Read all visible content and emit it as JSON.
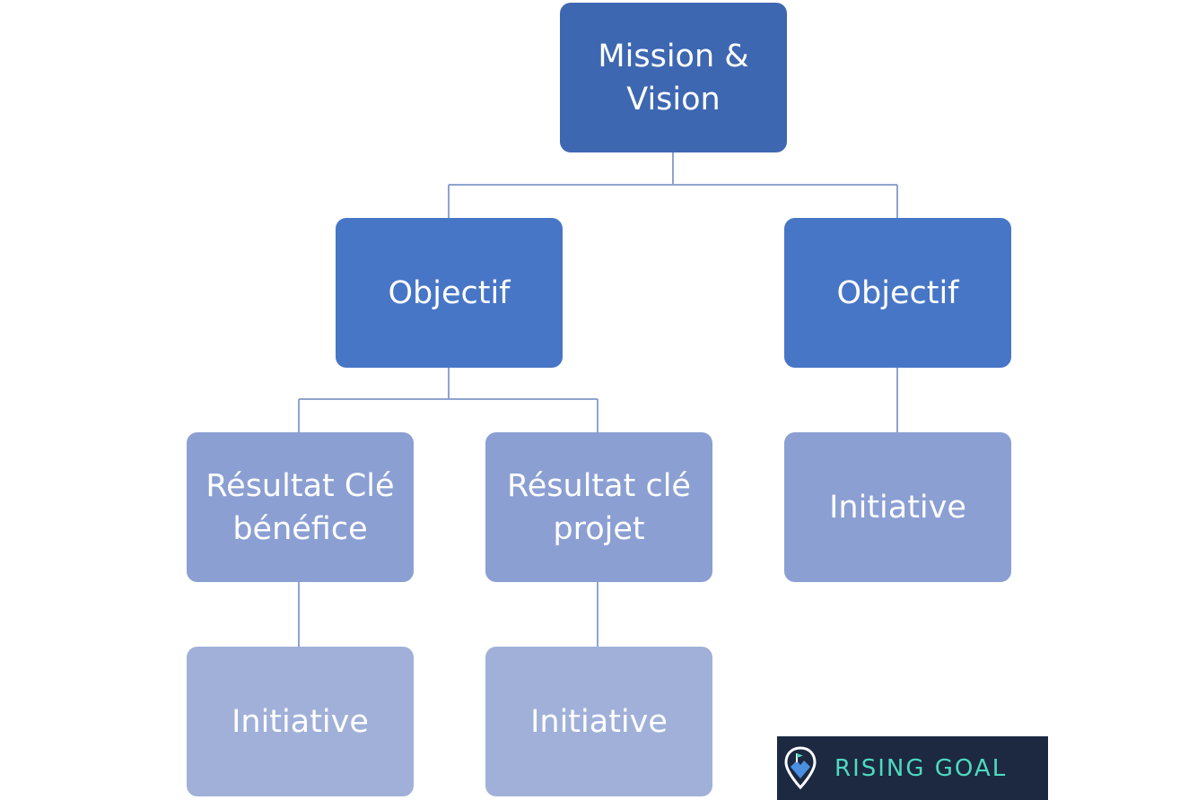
{
  "diagram": {
    "root": {
      "label": "Mission & Vision"
    },
    "objectives": [
      {
        "label": "Objectif",
        "key_results": [
          {
            "label": "Résultat Clé bénéfice",
            "initiative": "Initiative"
          },
          {
            "label": "Résultat clé projet",
            "initiative": "Initiative"
          }
        ]
      },
      {
        "label": "Objectif",
        "initiative": "Initiative"
      }
    ],
    "colors": {
      "level0": "#3e67b1",
      "level1": "#4876c6",
      "level2": "#8b9fd3",
      "level3": "#a0b0d9",
      "connector": "#8fa3cf"
    }
  },
  "logo": {
    "text": "RISING GOAL",
    "icon": "map-pin-mountain-icon",
    "background": "#1c2940",
    "text_color": "#4ed9c0"
  }
}
